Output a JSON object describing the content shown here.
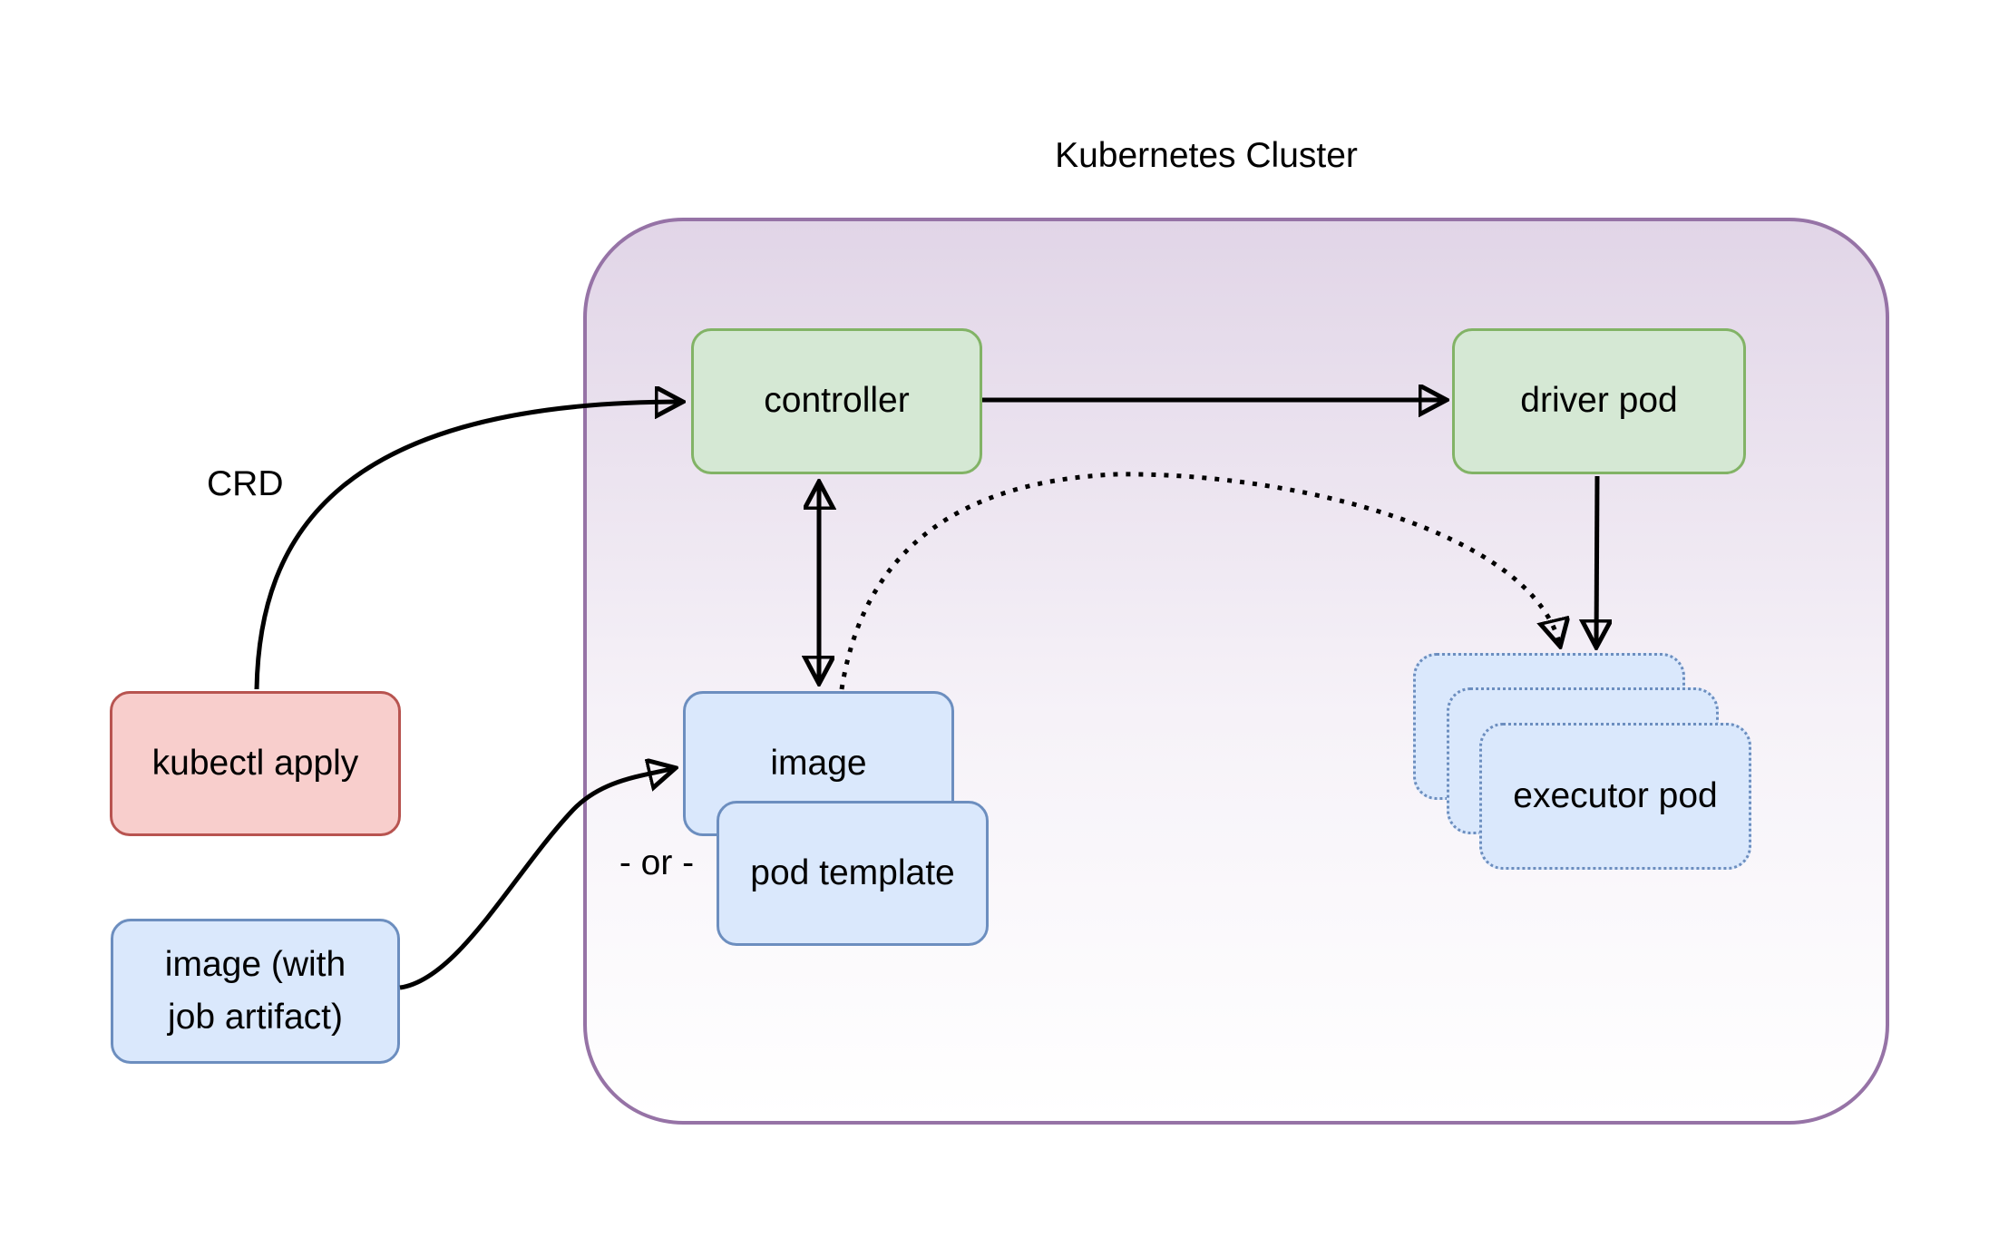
{
  "cluster": {
    "title": "Kubernetes Cluster",
    "stroke": "#9673a6",
    "fill_top": "#e1d5e7",
    "fill_bottom": "#ffffff"
  },
  "labels": {
    "crd": "CRD",
    "or": "- or -"
  },
  "nodes": {
    "kubectl_apply": {
      "label": "kubectl apply",
      "fill": "#f8cecc",
      "stroke": "#b85450"
    },
    "image_with_artifact": {
      "label": "image (with\njob artifact)",
      "fill": "#dae8fc",
      "stroke": "#6c8ebf"
    },
    "controller": {
      "label": "controller",
      "fill": "#d5e8d4",
      "stroke": "#82b366"
    },
    "driver_pod": {
      "label": "driver pod",
      "fill": "#d5e8d4",
      "stroke": "#82b366"
    },
    "image": {
      "label": "image",
      "fill": "#dae8fc",
      "stroke": "#6c8ebf"
    },
    "pod_template": {
      "label": "pod template",
      "fill": "#dae8fc",
      "stroke": "#6c8ebf"
    },
    "executor_pod": {
      "label": "executor pod",
      "fill": "#dae8fc",
      "stroke": "#6c8ebf"
    }
  },
  "edges": [
    {
      "from": "kubectl_apply",
      "to": "controller",
      "label": "CRD",
      "style": "solid-curved-arrow"
    },
    {
      "from": "controller",
      "to": "driver_pod",
      "style": "solid-arrow"
    },
    {
      "from": "controller",
      "to": "image",
      "style": "solid-double-arrow"
    },
    {
      "from": "image_with_artifact",
      "to": "image",
      "style": "solid-curved-arrow"
    },
    {
      "from": "driver_pod",
      "to": "executor_pods",
      "style": "solid-arrow"
    },
    {
      "from": "image",
      "to": "executor_pods",
      "style": "dotted-curved-arrow"
    }
  ]
}
